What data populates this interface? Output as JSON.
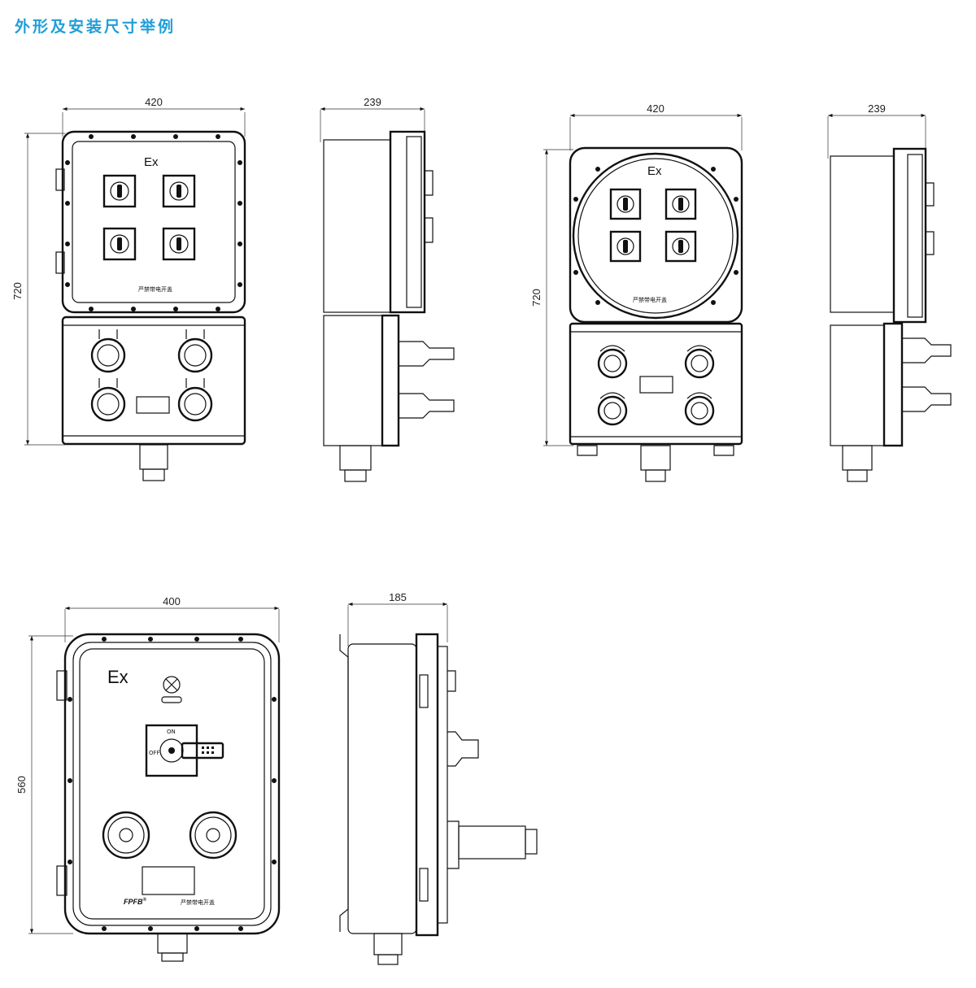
{
  "header": {
    "title": "外形及安装尺寸举例"
  },
  "diagram_1": {
    "front": {
      "width_dim": "420",
      "height_dim": "720",
      "ex_mark": "Ex",
      "warning": "严禁带电开盖"
    },
    "side": {
      "depth_dim": "239"
    }
  },
  "diagram_2": {
    "front": {
      "width_dim": "420",
      "height_dim": "720",
      "ex_mark": "Ex",
      "warning": "严禁带电开盖"
    },
    "side": {
      "depth_dim": "239"
    }
  },
  "diagram_3": {
    "front": {
      "width_dim": "400",
      "height_dim": "560",
      "ex_mark": "Ex",
      "brand": "FPFB",
      "brand_mark": "®",
      "warning": "严禁带电开盖",
      "switch_on": "ON",
      "switch_off": "OFF"
    },
    "side": {
      "depth_dim": "185"
    }
  }
}
